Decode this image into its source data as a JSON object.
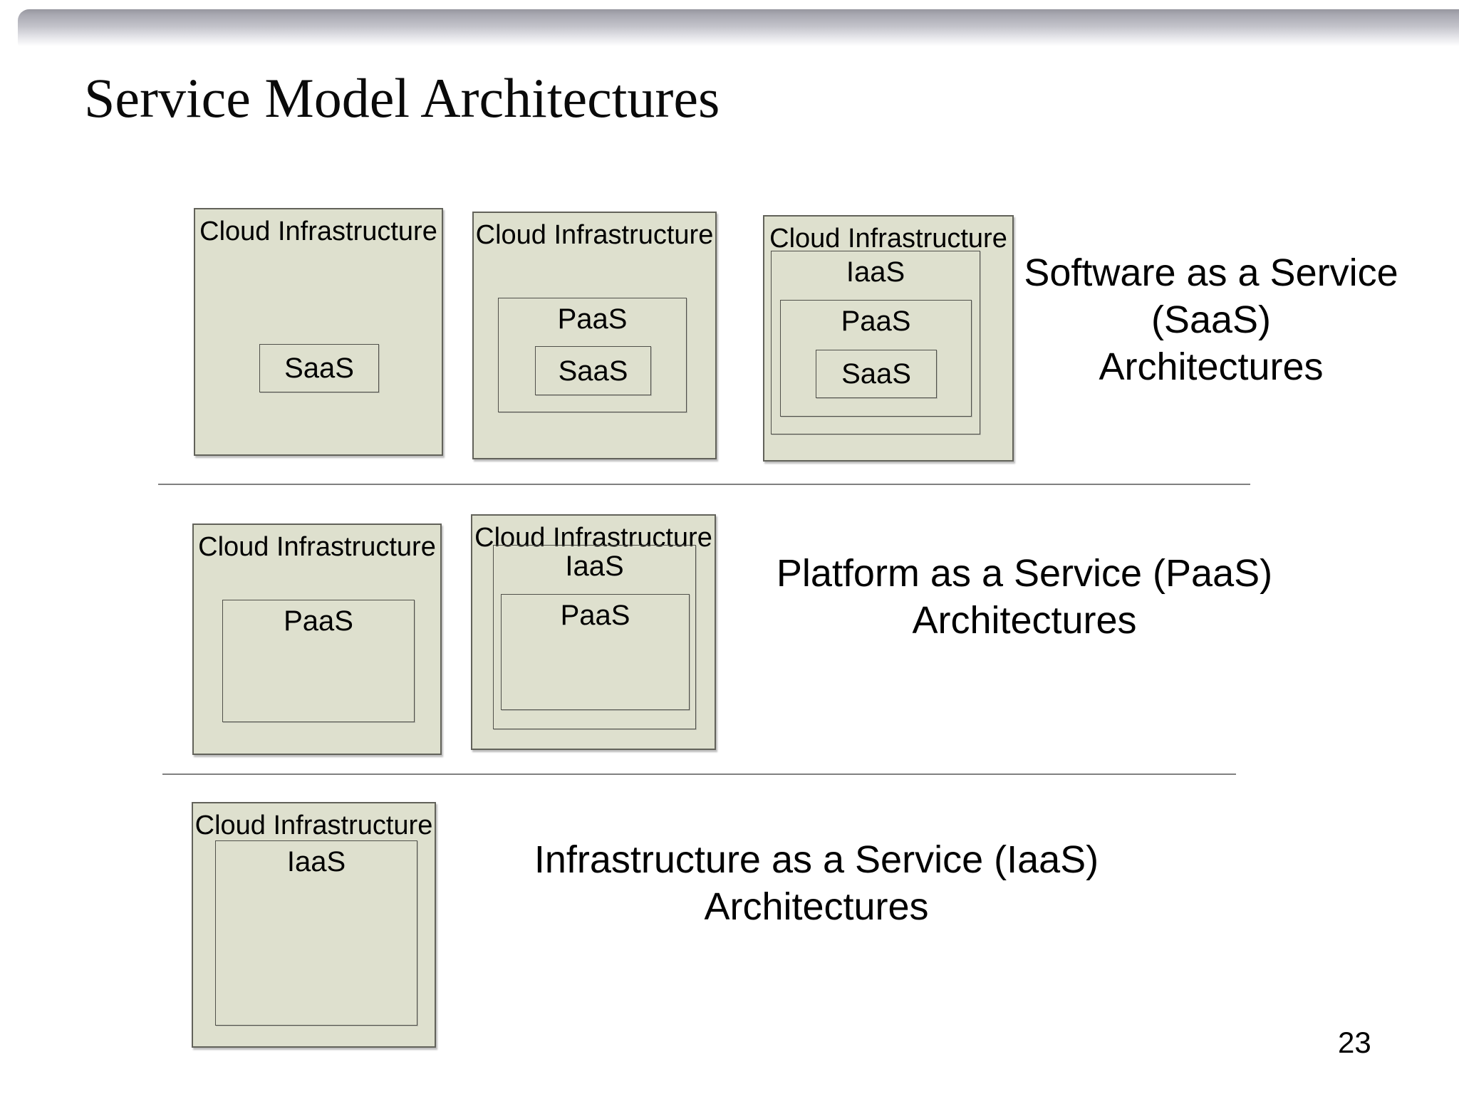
{
  "slide": {
    "title": "Service Model Architectures",
    "page_number": "23"
  },
  "labels": {
    "cloud_infrastructure": "Cloud Infrastructure",
    "iaas": "IaaS",
    "paas": "PaaS",
    "saas": "SaaS"
  },
  "sections": [
    {
      "name": "saas-architectures",
      "caption": [
        "Software as a Service",
        "(SaaS)",
        "Architectures"
      ]
    },
    {
      "name": "paas-architectures",
      "caption": [
        "Platform as a Service (PaaS)",
        "Architectures"
      ]
    },
    {
      "name": "iaas-architectures",
      "caption": [
        "Infrastructure as a Service (IaaS)",
        "Architectures"
      ]
    }
  ],
  "colors": {
    "box_fill": "#dee0ce",
    "box_border": "#62625a",
    "inner_border": "#50504a",
    "divider": "#808080",
    "text": "#000000"
  }
}
